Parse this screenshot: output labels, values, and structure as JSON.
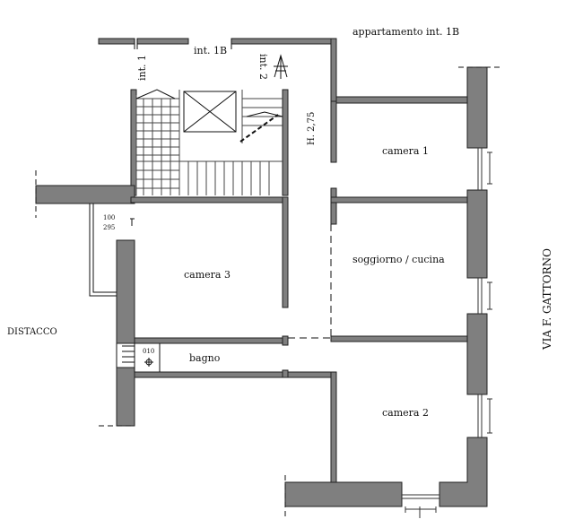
{
  "plan": {
    "header": "appartamento int. 1B",
    "landing_label": "int. 1B",
    "unit_left": "int. 1",
    "unit_right": "int. 2",
    "height_note": "H. 2,75",
    "door_top": "100",
    "door_bottom": "295",
    "window_small": "010",
    "street": "VIA F. GATTORNO",
    "left_note": "DISTACCO",
    "rooms": {
      "camera1": "camera 1",
      "soggiorno": "soggiorno / cucina",
      "camera3": "camera 3",
      "bagno": "bagno",
      "camera2": "camera 2"
    }
  },
  "colors": {
    "wall": "#7f7f7f",
    "line": "#111111"
  }
}
